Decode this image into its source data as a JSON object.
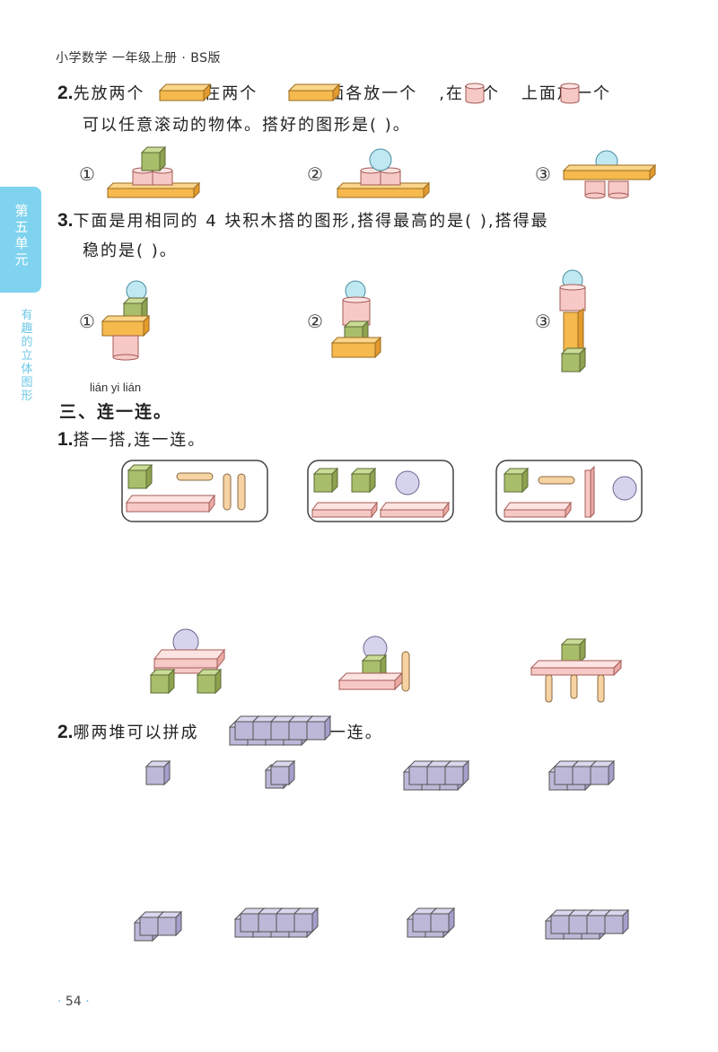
{
  "header": {
    "book": "小学数学 一年级上册 · BS版"
  },
  "side": {
    "unit": "第五单元",
    "topic": "有趣的立体图形"
  },
  "q2": {
    "num": "2.",
    "line1_a": "先放两个",
    "line1_b": ",在两个",
    "line1_c": "上面各放一个",
    "line1_d": ",在两个",
    "line1_e": "上面放一个",
    "line2": "可以任意滚动的物体。搭好的图形是(      )。",
    "options": [
      "①",
      "②",
      "③"
    ]
  },
  "q3": {
    "num": "3.",
    "line1": "下面是用相同的 4 块积木搭的图形,搭得最高的是(      ),搭得最",
    "line2": "稳的是(      )。",
    "options": [
      "①",
      "②",
      "③"
    ]
  },
  "section3": {
    "pinyin": "lián yi lián",
    "title": "三、连一连。"
  },
  "c1": {
    "num": "1.",
    "text": "搭一搭,连一连。"
  },
  "c2": {
    "num": "2.",
    "text_a": "哪两堆可以拼成",
    "text_b": "? 连一连。"
  },
  "footer": {
    "page": "54",
    "dot": "·"
  },
  "colors": {
    "accent": "#7fd3ee",
    "orange": "#f5b94e",
    "pink": "#f7c9c6",
    "green": "#a8be6a",
    "purple": "#bdb8d8",
    "sphere": "#bfe8f2"
  }
}
